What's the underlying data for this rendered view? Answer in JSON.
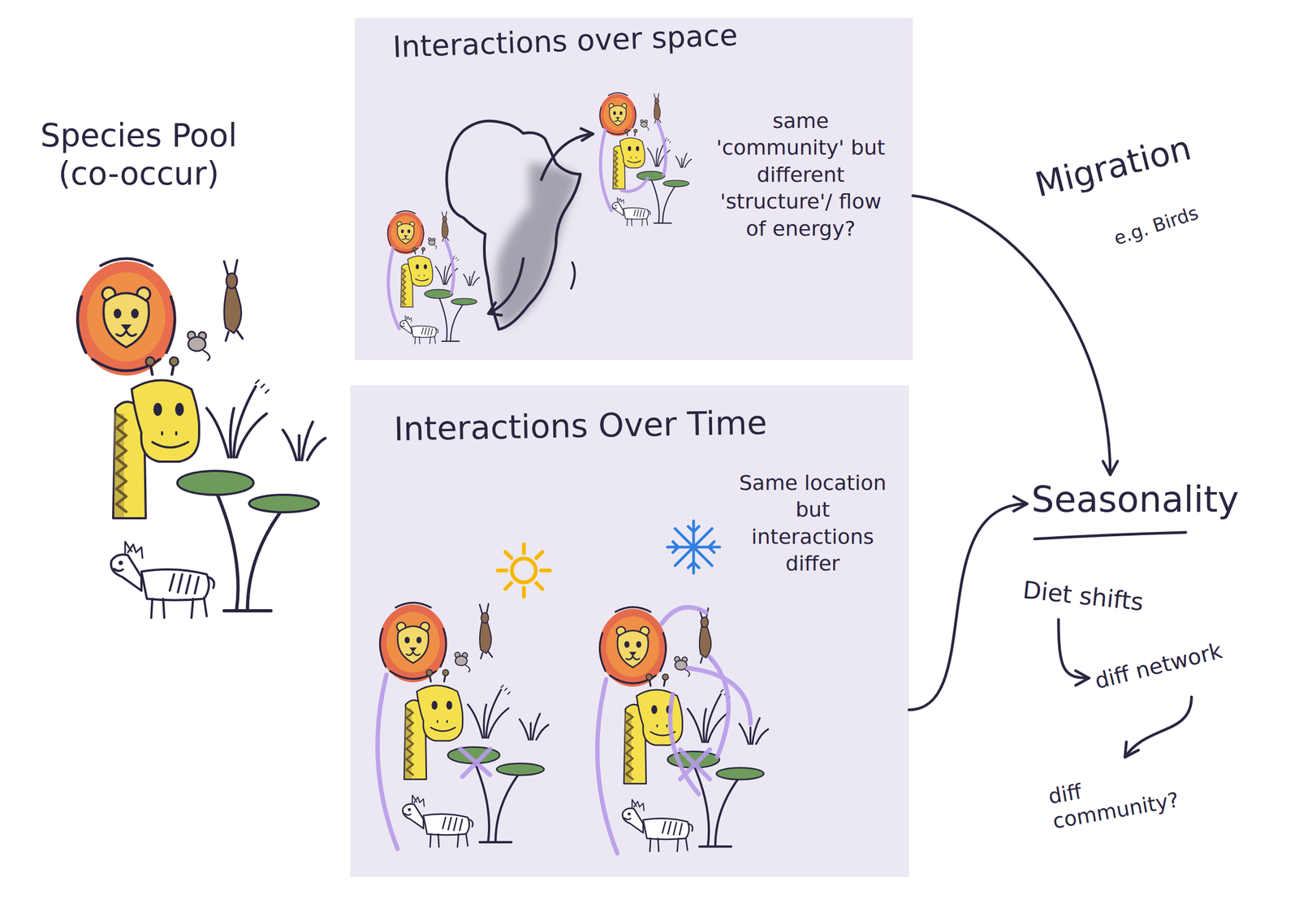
{
  "diagram": {
    "nodes": [
      {
        "text": [
          "Interactions over space",
          "same 'community' but different 'structure'/ flow of energy?"
        ]
      },
      {
        "text": [
          "Interactions Over Time",
          "Same location but interactions differ"
        ]
      },
      {
        "text": [
          "Seasonality"
        ]
      },
      {
        "text": [
          "Diet shifts"
        ]
      },
      {
        "text": [
          "diff network"
        ]
      },
      {
        "text": [
          "diff community?"
        ]
      }
    ],
    "edges": [
      {
        "from": 0,
        "to": 2,
        "arrow": "to"
      },
      {
        "from": 1,
        "to": 2,
        "arrow": "to"
      },
      {
        "from": 3,
        "to": 4,
        "arrow": "to"
      },
      {
        "from": 4,
        "to": 5,
        "arrow": "to"
      }
    ],
    "labels": [
      "Species Pool (co-occur)",
      "Migration",
      "e.g. Birds"
    ]
  }
}
